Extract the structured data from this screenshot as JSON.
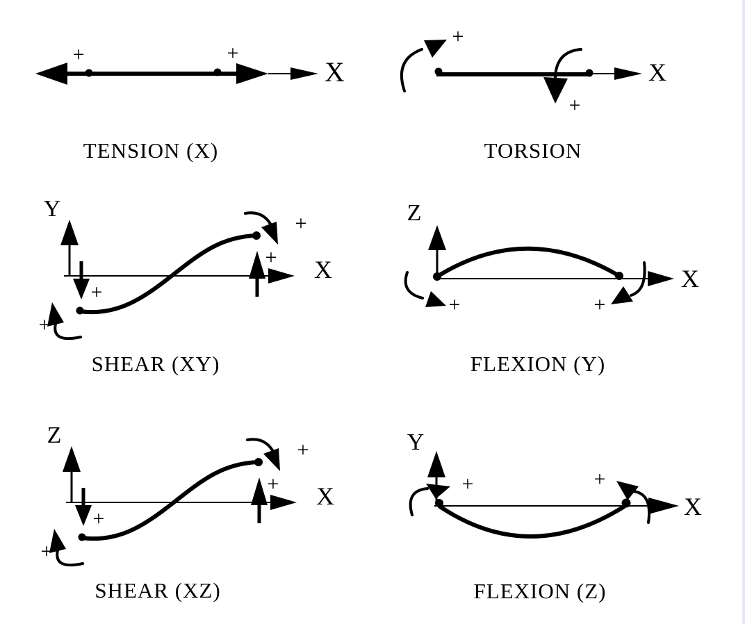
{
  "figure": {
    "background": "#ffffff",
    "ink_color": "#000000",
    "right_border_color": "#e3eaf6",
    "plus_sign": "+"
  },
  "diagrams": [
    {
      "id": "tension-x",
      "caption": "TENSION (X)",
      "h_axis": "X"
    },
    {
      "id": "torsion",
      "caption": "TORSION",
      "h_axis": "X"
    },
    {
      "id": "shear-xy",
      "caption": "SHEAR (XY)",
      "v_axis": "Y",
      "h_axis": "X"
    },
    {
      "id": "flexion-y",
      "caption": "FLEXION (Y)",
      "v_axis": "Z",
      "h_axis": "X"
    },
    {
      "id": "shear-xz",
      "caption": "SHEAR (XZ)",
      "v_axis": "Z",
      "h_axis": "X"
    },
    {
      "id": "flexion-z",
      "caption": "FLEXION (Z)",
      "v_axis": "Y",
      "h_axis": "X"
    }
  ]
}
